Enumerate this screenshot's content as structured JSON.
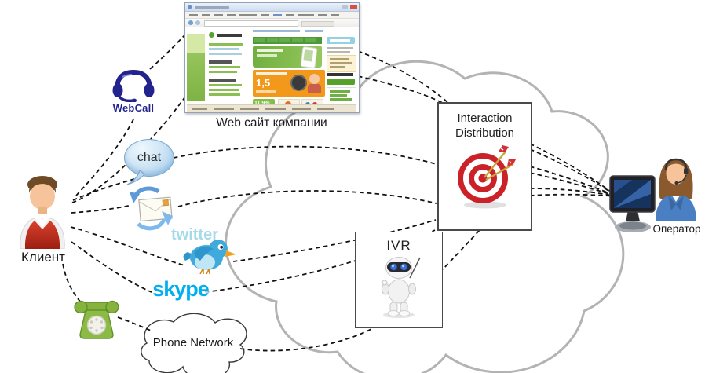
{
  "labels": {
    "client": "Клиент",
    "operator": "Оператор",
    "interaction_distribution": "Interaction Distribution",
    "ivr": "IVR",
    "phone_network": "Phone Network"
  },
  "channels": {
    "webcall": "WebCall",
    "chat": "chat",
    "twitter": "twitter",
    "skype": "skype"
  },
  "website": {
    "caption": "Web сайт компании",
    "promo_rate": "1,5",
    "promo_percent": "11,9%"
  },
  "colors": {
    "line": "#111111",
    "cloud_stroke": "#b3b3b3",
    "webcall_navy": "#23238e",
    "twitter_blue": "#3fa9dc",
    "skype_blue": "#00aff0",
    "phone_green": "#8cbb45",
    "target_red": "#cb2229",
    "operator_jacket": "#4a7fc4",
    "client_vest": "#c23322"
  },
  "icons": {
    "client": "person-icon",
    "webcall": "headset-icon",
    "chat": "speech-bubble-icon",
    "email": "envelope-sync-icon",
    "twitter": "bird-icon",
    "skype": "skype-wordmark-icon",
    "phone": "rotary-phone-icon",
    "interaction_distribution": "target-darts-icon",
    "ivr": "robot-icon",
    "operator_screen": "monitor-icon",
    "operator": "woman-headset-icon"
  }
}
